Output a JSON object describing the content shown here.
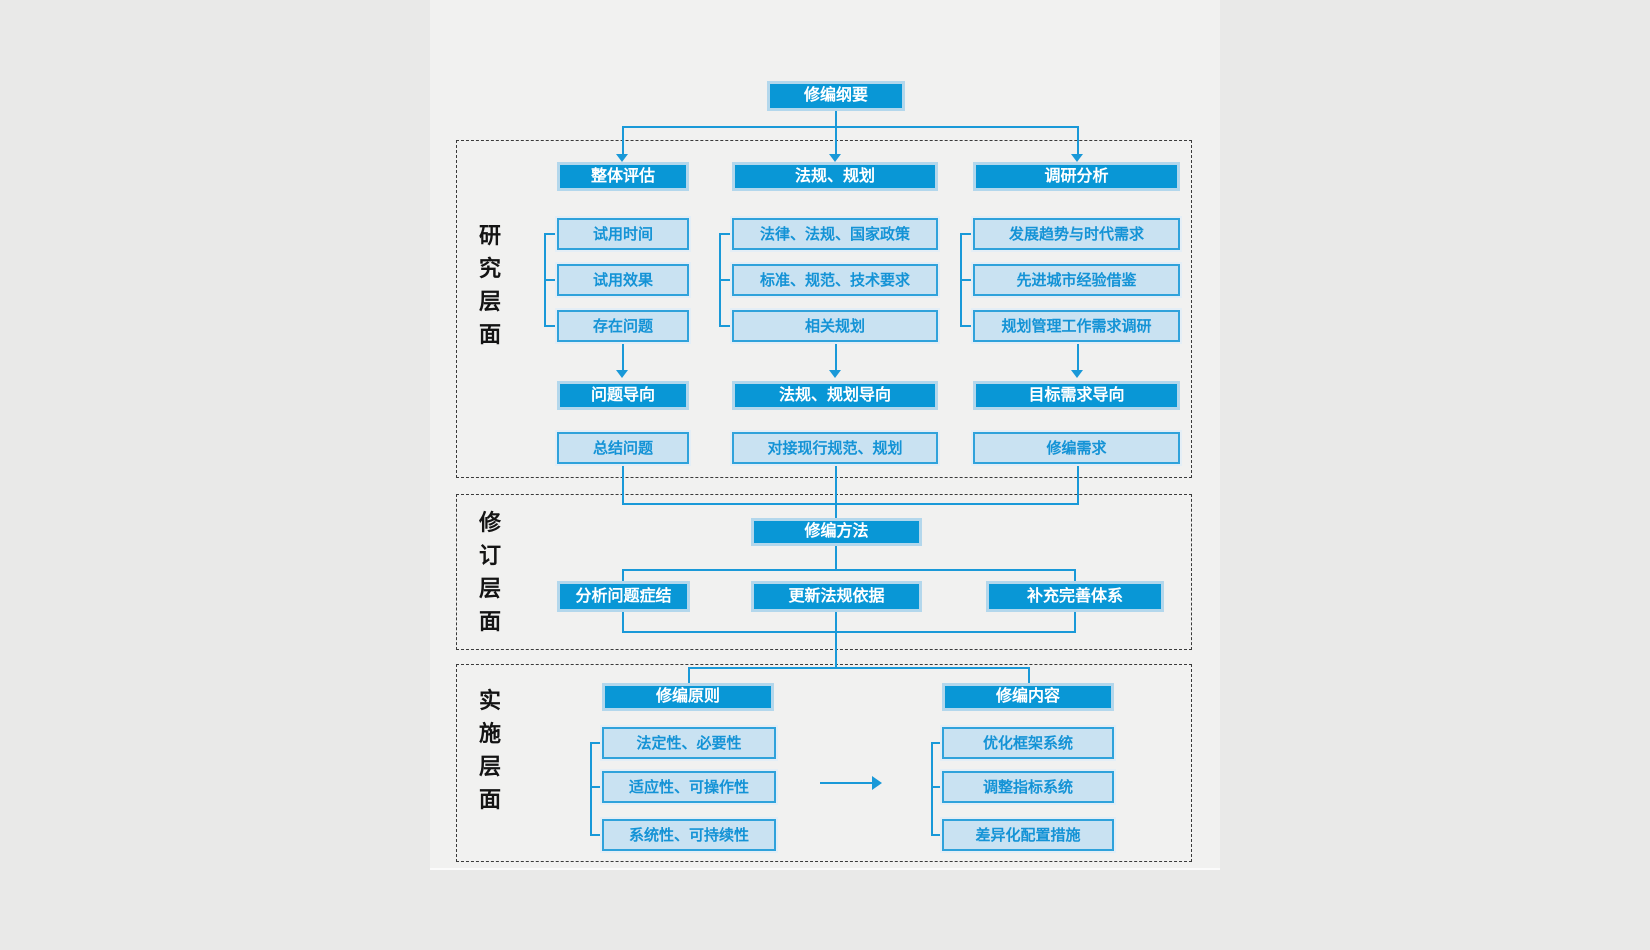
{
  "diagram": {
    "root": "修编纲要",
    "colors": {
      "accent": "#0997d6",
      "light_fill": "#c9e2f2",
      "light_border": "#2fa2db",
      "light_text": "#1493d6",
      "line": "#1a99d8",
      "section_border": "#3a3a3a"
    },
    "sections": [
      {
        "label": "研究层面",
        "columns": [
          {
            "header": "整体评估",
            "items": [
              "试用时间",
              "试用效果",
              "存在问题"
            ],
            "orientation": "问题导向",
            "result": "总结问题"
          },
          {
            "header": "法规、规划",
            "items": [
              "法律、法规、国家政策",
              "标准、规范、技术要求",
              "相关规划"
            ],
            "orientation": "法规、规划导向",
            "result": "对接现行规范、规划"
          },
          {
            "header": "调研分析",
            "items": [
              "发展趋势与时代需求",
              "先进城市经验借鉴",
              "规划管理工作需求调研"
            ],
            "orientation": "目标需求导向",
            "result": "修编需求"
          }
        ]
      },
      {
        "label": "修订层面",
        "method": "修编方法",
        "branches": [
          "分析问题症结",
          "更新法规依据",
          "补充完善体系"
        ]
      },
      {
        "label": "实施层面",
        "groups": [
          {
            "header": "修编原则",
            "items": [
              "法定性、必要性",
              "适应性、可操作性",
              "系统性、可持续性"
            ]
          },
          {
            "header": "修编内容",
            "items": [
              "优化框架系统",
              "调整指标系统",
              "差异化配置措施"
            ]
          }
        ]
      }
    ]
  }
}
